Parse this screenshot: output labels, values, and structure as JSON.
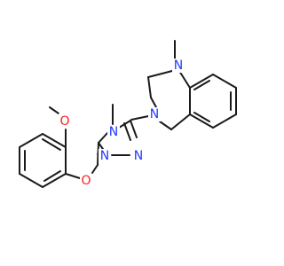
{
  "molecule": {
    "atom_colors": {
      "N": "#1f3bff",
      "O": "#ff1a1a"
    },
    "atoms": [
      {
        "id": "n_benzodiazepine_1",
        "symbol": "N"
      },
      {
        "id": "n_benzodiazepine_4",
        "symbol": "N"
      },
      {
        "id": "n_triazole_4",
        "symbol": "N"
      },
      {
        "id": "n_triazole_1",
        "symbol": "N"
      },
      {
        "id": "n_triazole_2",
        "symbol": "N"
      },
      {
        "id": "o_ether",
        "symbol": "O"
      },
      {
        "id": "o_methoxy",
        "symbol": "O"
      }
    ]
  }
}
